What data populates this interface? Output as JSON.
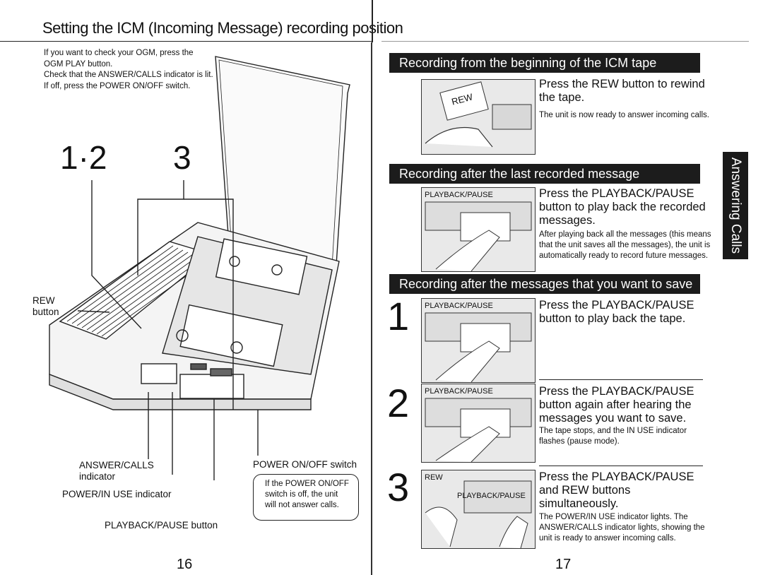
{
  "left_page": {
    "title": "Setting the ICM (Incoming Message) recording position",
    "intro_line1": "If you want to check your OGM, press the OGM PLAY button.",
    "intro_line2": "Check that the ANSWER/CALLS indicator is lit. If off, press the POWER ON/OFF switch.",
    "step_label_a": "1·2",
    "step_label_b": "3",
    "labels": {
      "rew_line1": "REW",
      "rew_line2": "button",
      "answer_calls_line1": "ANSWER/CALLS",
      "answer_calls_line2": "indicator",
      "power_in_use": "POWER/IN USE indicator",
      "playback_pause": "PLAYBACK/PAUSE button",
      "power_switch": "POWER ON/OFF switch"
    },
    "note": "If the POWER ON/OFF switch is off, the unit will not answer calls.",
    "page_number": "16"
  },
  "right_page": {
    "sections": [
      {
        "banner": "Recording from the beginning of the ICM tape",
        "photo_label": "REW",
        "step_title": "Press the REW button to rewind the tape.",
        "step_body": "The unit is now ready to answer incoming calls."
      },
      {
        "banner": "Recording after the last recorded message",
        "photo_label": "PLAYBACK/PAUSE",
        "step_title": "Press the PLAYBACK/PAUSE button to play back the recorded messages.",
        "step_body": "After playing back all the messages (this means that the unit saves all the messages), the unit is automatically ready to record future messages."
      },
      {
        "banner": "Recording after the messages that you want to save",
        "steps": [
          {
            "number": "1",
            "photo_label": "PLAYBACK/PAUSE",
            "title": "Press the PLAYBACK/PAUSE button to play back the tape.",
            "body": ""
          },
          {
            "number": "2",
            "photo_label": "PLAYBACK/PAUSE",
            "title": "Press the PLAYBACK/PAUSE button again after hearing the messages you want to save.",
            "body": "The tape stops, and the IN USE indicator flashes (pause mode)."
          },
          {
            "number": "3",
            "photo_label_a": "REW",
            "photo_label_b": "PLAYBACK/PAUSE",
            "title": "Press the PLAYBACK/PAUSE and REW buttons simultaneously.",
            "body": "The POWER/IN USE indicator lights. The ANSWER/CALLS indicator lights, showing the unit is ready to answer incoming calls."
          }
        ]
      }
    ],
    "side_tab": "Answering Calls",
    "page_number": "17"
  }
}
